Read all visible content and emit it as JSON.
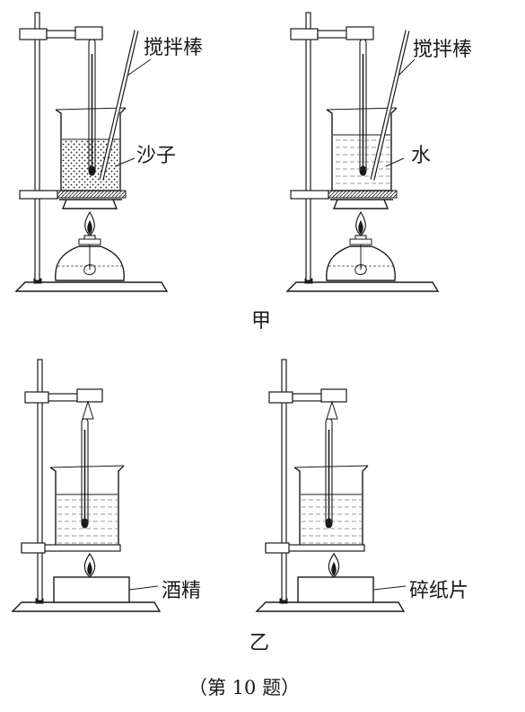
{
  "labels": {
    "stir_rod_1": "搅拌棒",
    "sand": "沙子",
    "stir_rod_2": "搅拌棒",
    "water": "水",
    "group_a": "甲",
    "alcohol": "酒精",
    "paper_scraps": "碎纸片",
    "group_b": "乙",
    "caption": "（第 10 题）"
  }
}
